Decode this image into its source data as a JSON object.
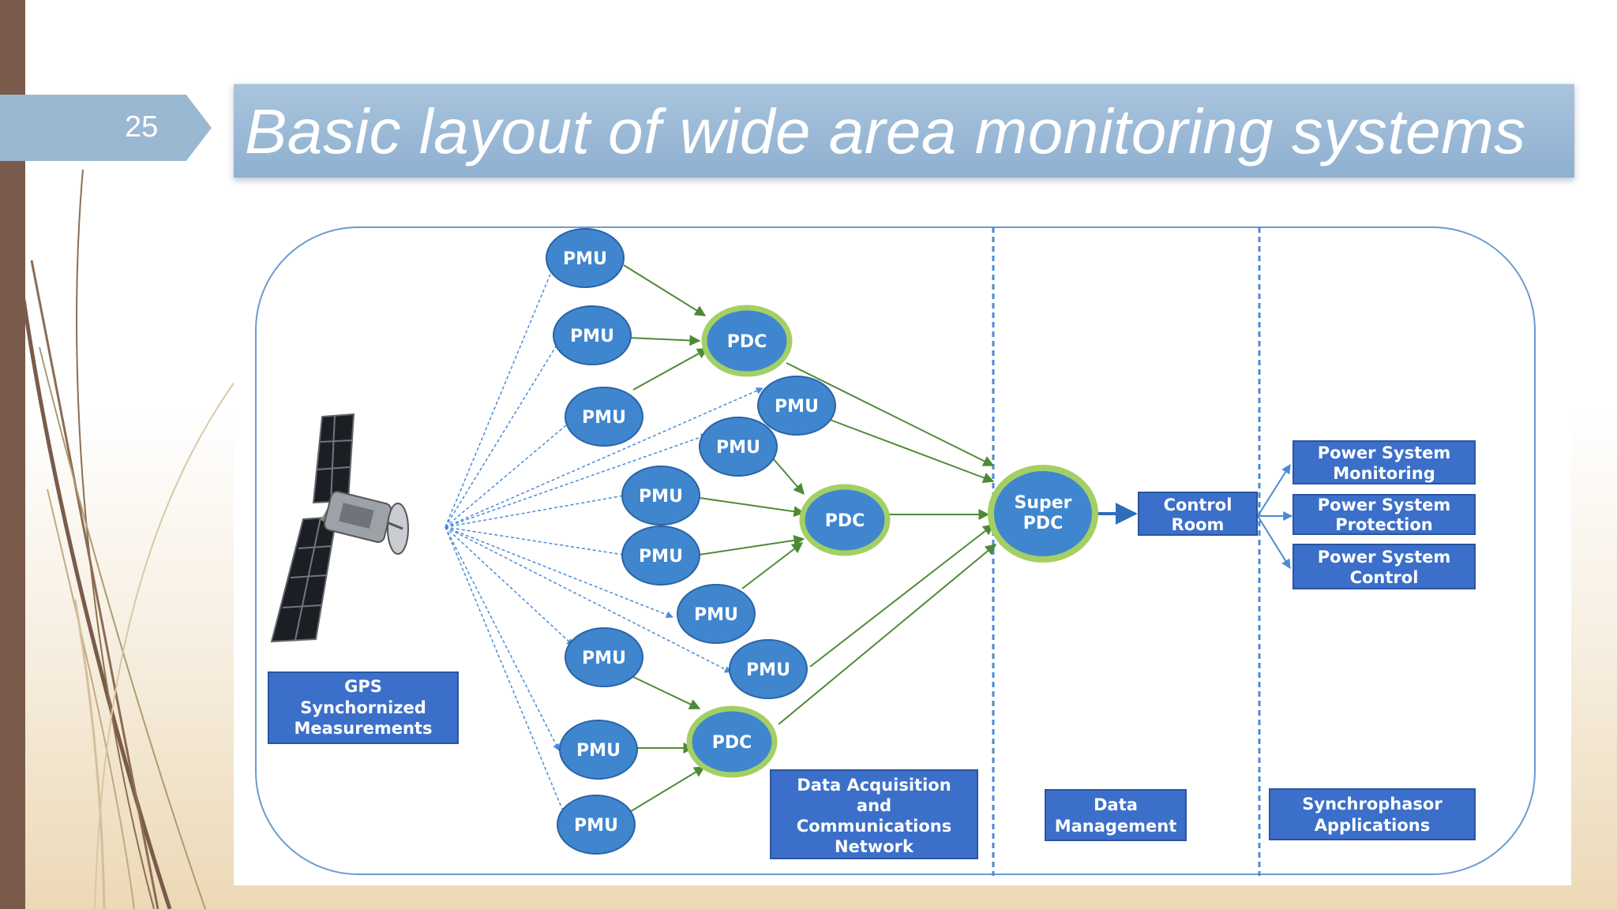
{
  "slide": {
    "number": "25",
    "title": "Basic layout of wide area monitoring systems"
  },
  "diagram": {
    "pmu_label": "PMU",
    "pdc_label": "PDC",
    "super_pdc": [
      "Super",
      "PDC"
    ],
    "control_room": [
      "Control",
      "Room"
    ],
    "gps_box": [
      "GPS",
      "Synchornized",
      "Measurements"
    ],
    "daq_box": [
      "Data Acquisition",
      "and",
      "Communications",
      "Network"
    ],
    "data_mgmt_box": [
      "Data",
      "Management"
    ],
    "synchro_box": [
      "Synchrophasor",
      "Applications"
    ],
    "app_boxes": [
      [
        "Power System",
        "Monitoring"
      ],
      [
        "Power System",
        "Protection"
      ],
      [
        "Power System",
        "Control"
      ]
    ]
  },
  "colors": {
    "node_blue": "#3f86cf",
    "halo_green": "#a4cf64",
    "box_blue": "#3b6fc9",
    "title_blue": "#99b9d7",
    "accent_brown": "#7a5b4b",
    "dash_blue": "#4a8bd6",
    "link_green": "#4e8a36"
  }
}
